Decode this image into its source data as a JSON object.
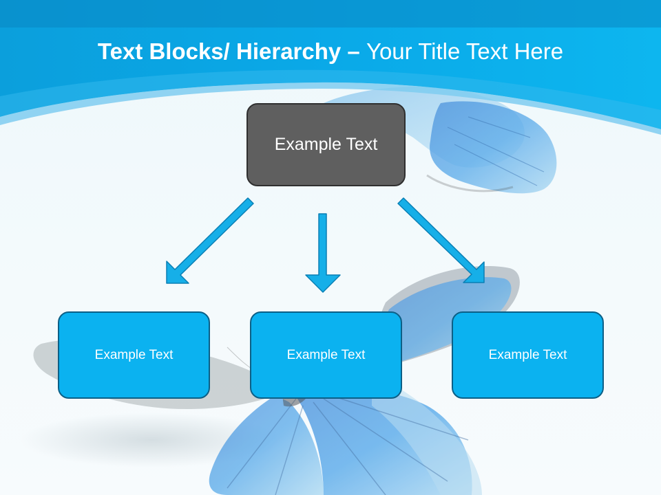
{
  "slide": {
    "title_bold": "Text Blocks/ Hierarchy",
    "title_separator": " – ",
    "title_rest": "Your Title Text Here"
  },
  "diagram": {
    "top_node": "Example Text",
    "child_nodes": [
      "Example Text",
      "Example Text",
      "Example Text"
    ]
  },
  "colors": {
    "header_blue": "#0aa6e6",
    "top_node_fill": "#5f5f5f",
    "child_node_fill": "#0bb2f0",
    "arrow_fill": "#16afe8",
    "arrow_outline": "#0a7fb4"
  },
  "icons": [
    "butterfly-illustration",
    "arrow-down-left-icon",
    "arrow-down-icon",
    "arrow-down-right-icon"
  ]
}
